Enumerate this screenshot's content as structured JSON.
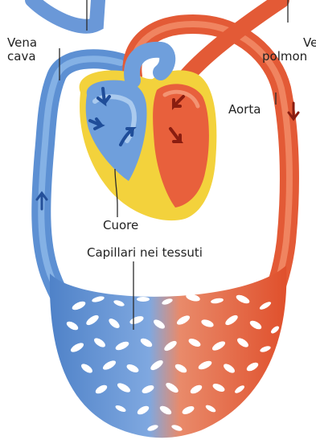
{
  "labels": {
    "vena_cava_line1": "Vena",
    "vena_cava_line2": "cava",
    "vene_line1": "Ve",
    "vene_line2": "polmon",
    "aorta": "Aorta",
    "cuore": "Cuore",
    "capillari": "Capillari nei tessuti"
  },
  "colors": {
    "venous": "#5d90d3",
    "venous_light": "#9ec3ee",
    "arterial": "#e8603c",
    "arterial_dark": "#c9401f",
    "heart_outline": "#f3d23c",
    "leader_line": "#2b2b2b"
  }
}
